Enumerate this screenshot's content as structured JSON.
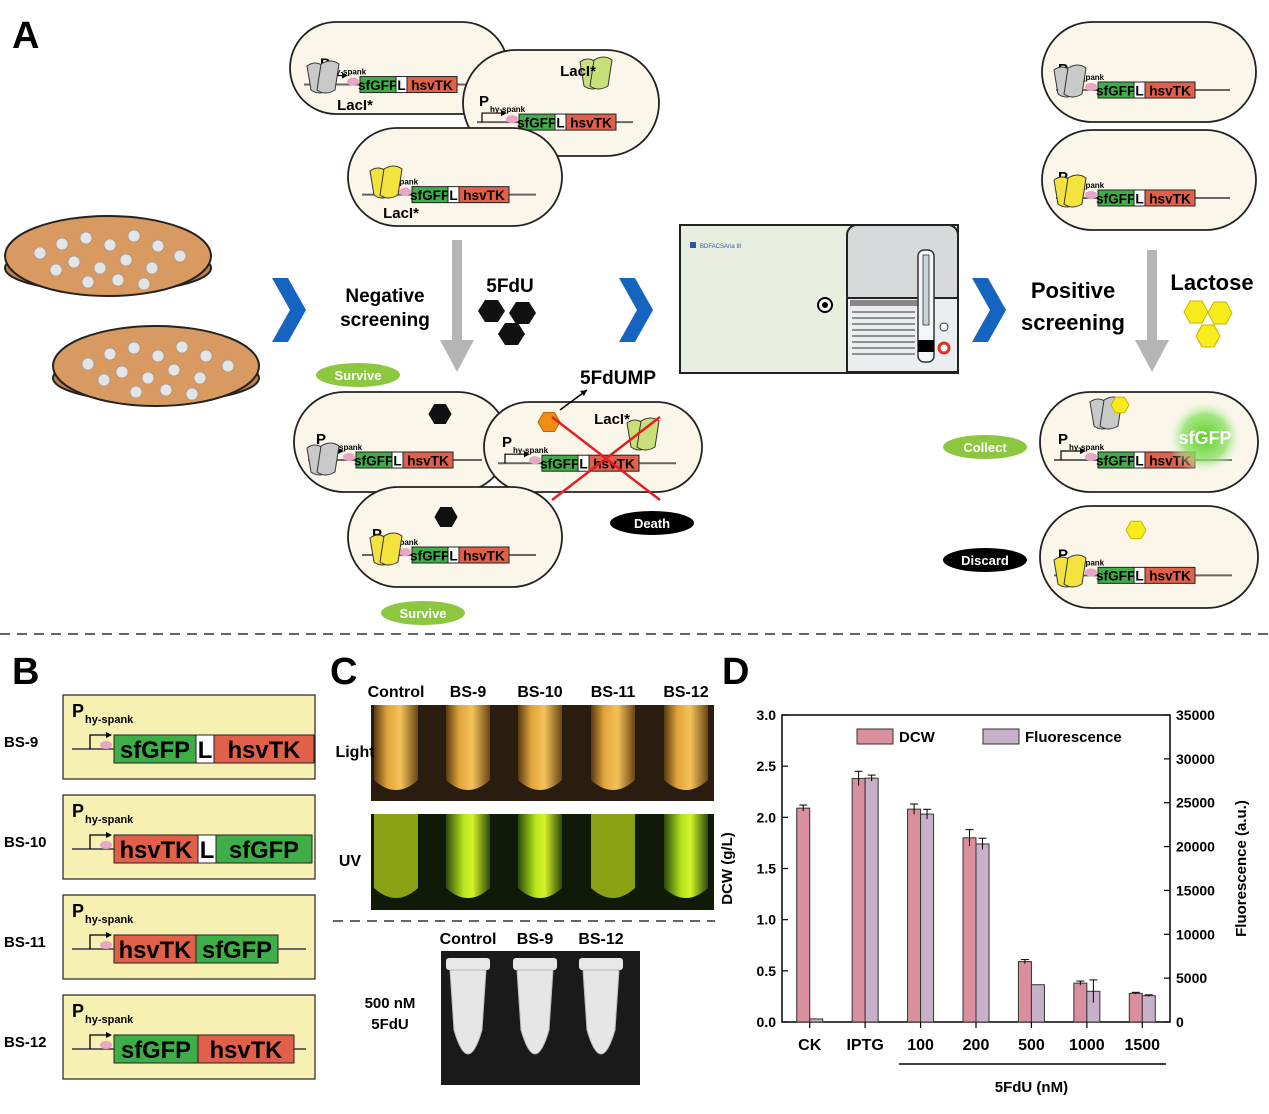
{
  "panels": {
    "a": "A",
    "b": "B",
    "c": "C",
    "d": "D"
  },
  "construct": {
    "promoter_main": "P",
    "promoter_sub": "hy-spank",
    "sfgfp": "sfGFP",
    "linker": "L",
    "hsvtk": "hsvTK",
    "repressor": "LacI*"
  },
  "panel_a": {
    "negative_screening_line1": "Negative",
    "negative_screening_line2": "screening",
    "drug": "5FdU",
    "product": "5FdUMP",
    "machine_label": "BDFACSAria III",
    "positive_screening_line1": "Positive",
    "positive_screening_line2": "screening",
    "inducer": "Lactose",
    "survive_1": "Survive",
    "survive_2": "Survive",
    "death": "Death",
    "collect": "Collect",
    "discard": "Discard",
    "fluorescent_label": "sfGFP"
  },
  "panel_b": {
    "strains": [
      "BS-9",
      "BS-10",
      "BS-11",
      "BS-12"
    ]
  },
  "panel_c": {
    "columns": [
      "Control",
      "BS-9",
      "BS-10",
      "BS-11",
      "BS-12"
    ],
    "row_light": "Light",
    "row_uv": "UV",
    "bottom_columns": [
      "Control",
      "BS-9",
      "BS-12"
    ],
    "condition_line1": "500 nM",
    "condition_line2": "5FdU"
  },
  "colors": {
    "sfgfp": "#3fae49",
    "hsvtk": "#e0604a",
    "cell_fill": "#fbf6ea",
    "construct_box": "#f6f0b3",
    "plate": "#d99a62",
    "dcw_bar": "#d98f9e",
    "fluo_bar": "#c7b1c8",
    "survive": "#8dc63f",
    "arrow_blue": "#1565c0"
  },
  "chart_data": {
    "type": "bar",
    "categories": [
      "CK",
      "IPTG",
      "100",
      "200",
      "500",
      "1000",
      "1500"
    ],
    "xlabel": "5FdU (nM)",
    "ylabel_left": "DCW (g/L)",
    "ylabel_right": "Fluorescence (a.u.)",
    "ylim_left": [
      0,
      3.0
    ],
    "ylim_right": [
      0,
      35000
    ],
    "yticks_left": [
      "0.0",
      "0.5",
      "1.0",
      "1.5",
      "2.0",
      "2.5",
      "3.0"
    ],
    "yticks_right": [
      "0",
      "5000",
      "10000",
      "15000",
      "20000",
      "25000",
      "30000",
      "35000"
    ],
    "legend_position": "top",
    "series": [
      {
        "name": "DCW",
        "axis": "left",
        "values": [
          2.09,
          2.38,
          2.08,
          1.8,
          0.59,
          0.38,
          0.28
        ],
        "errors": [
          0.03,
          0.07,
          0.05,
          0.08,
          0.02,
          0.02,
          0.01
        ]
      },
      {
        "name": "Fluorescence",
        "axis": "right",
        "values": [
          350,
          27800,
          23700,
          20300,
          4250,
          3500,
          3000
        ],
        "errors": [
          0,
          350,
          550,
          650,
          0,
          1300,
          100
        ]
      }
    ]
  }
}
